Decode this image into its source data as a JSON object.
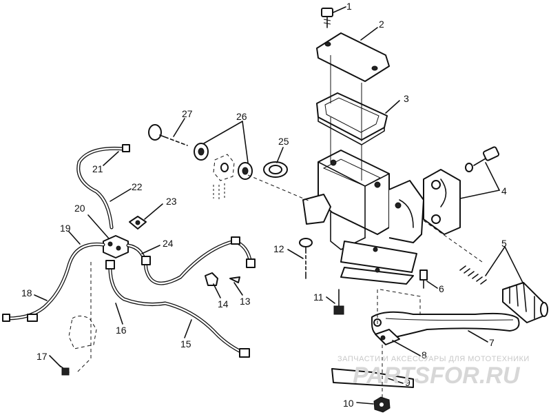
{
  "callouts": [
    "1",
    "2",
    "3",
    "4",
    "5",
    "6",
    "7",
    "8",
    "9",
    "10",
    "11",
    "12",
    "13",
    "14",
    "15",
    "16",
    "17",
    "18",
    "19",
    "20",
    "21",
    "22",
    "23",
    "24",
    "25",
    "26",
    "27"
  ],
  "watermark": {
    "caption": "ЗАПЧАСТИ И АКСЕССУАРЫ ДЛЯ МОТОТЕХНИКИ",
    "logo": "PARTSFOR.RU"
  }
}
